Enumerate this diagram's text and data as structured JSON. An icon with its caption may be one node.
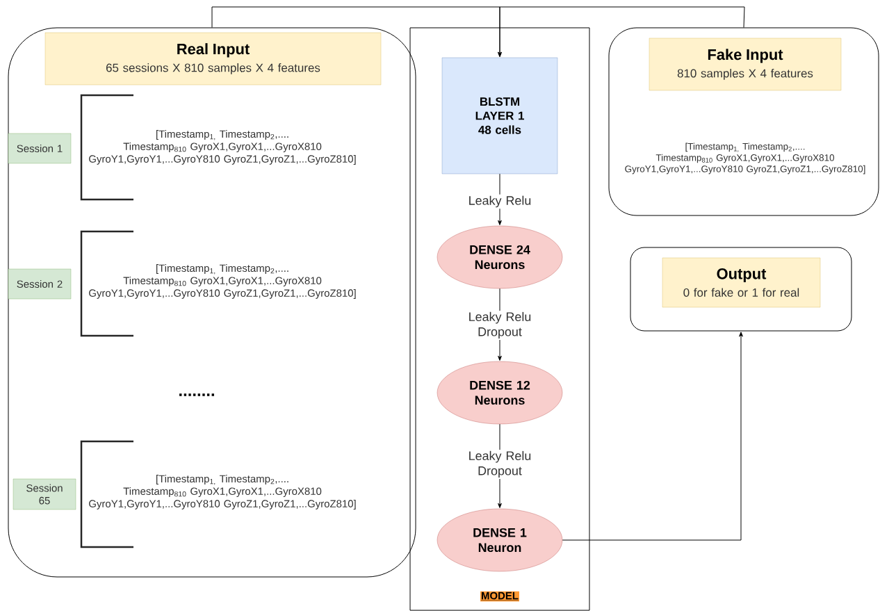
{
  "diagram": {
    "nodes": [
      {
        "text": [],
        "shape": "box"
      },
      {
        "text": [
          "Real Input",
          "65 sessions X 810 samples X 4 features"
        ],
        "in": 0
      },
      {
        "text": [
          "Session 1"
        ],
        "in": 0
      },
      {
        "text": [
          "Session 2"
        ],
        "in": 0
      },
      {
        "text": [
          "Session 65"
        ],
        "in": 0
      },
      {
        "text": [
          "MODEL"
        ]
      },
      {
        "text": [
          "BLSTM LAYER 1",
          "48 cells"
        ],
        "in": 5
      },
      {
        "text": [
          "DENSE 24 Neurons"
        ],
        "in": 5
      },
      {
        "text": [
          "DENSE 12 Neurons"
        ],
        "in": 5
      },
      {
        "text": [
          "DENSE 1 Neuron"
        ],
        "in": 5
      },
      {
        "text": [],
        "shape": "box"
      },
      {
        "text": [
          "Fake Input",
          "810 samples X 4 features"
        ],
        "in": 10
      },
      {
        "text": [],
        "shape": "box"
      },
      {
        "text": [
          "Output",
          "0 for fake or 1 for real"
        ],
        "in": 12
      }
    ],
    "edges": [
      {
        "from": 0,
        "to": 6,
        "arrow": "to"
      },
      {
        "from": 10,
        "to": 6,
        "arrow": "to"
      },
      {
        "from": 6,
        "to": 7,
        "arrow": "to",
        "label": "Leaky Relu"
      },
      {
        "from": 7,
        "to": 8,
        "arrow": "to",
        "label": "Leaky Relu Dropout"
      },
      {
        "from": 8,
        "to": 9,
        "arrow": "to",
        "label": "Leaky Relu Dropout"
      },
      {
        "from": 9,
        "to": 12,
        "arrow": "to"
      }
    ],
    "labels": [
      "[Timestamp$_{1,}$ Timestamp$_{2}$,.... Timestamp$_{810}$ GyroX1,GyroX1,...GyroX810 GyroY1,GyroY1,...GyroY810 GyroZ1,GyroZ1,...GyroZ810]",
      "[Timestamp$_{1,}$ Timestamp$_{2}$,.... Timestamp$_{810}$ GyroX1,GyroX1,...GyroX810 GyroY1,GyroY1,...GyroY810 GyroZ1,GyroZ1,...GyroZ810]",
      "........",
      "[Timestamp$_{1,}$ Timestamp$_{2}$,.... Timestamp$_{810}$ GyroX1,GyroX1,...GyroX810 GyroY1,GyroY1,...GyroY810 GyroZ1,GyroZ1,...GyroZ810]",
      "[Timestamp$_{1,}$ Timestamp$_{2}$,.... Timestamp$_{810}$ GyroX1,GyroX1,...GyroX810 GyroY1,GyroY1,...GyroY810 GyroZ1,GyroZ1,...GyroZ810]"
    ]
  }
}
